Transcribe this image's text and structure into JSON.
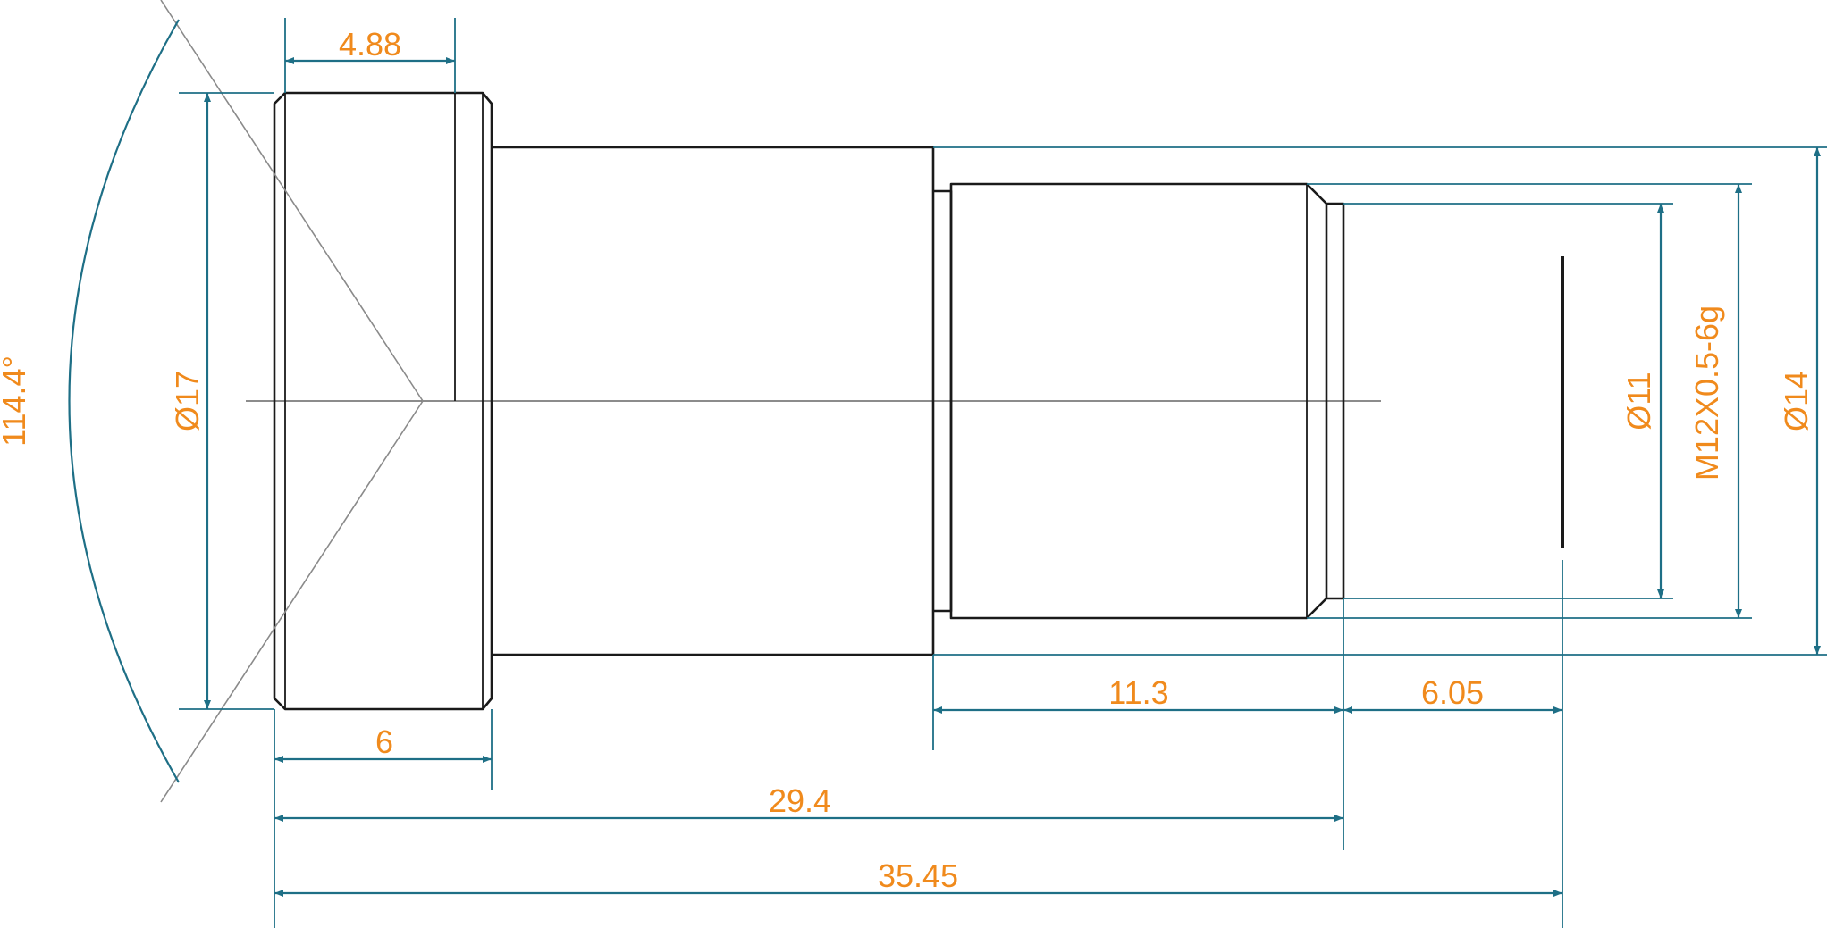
{
  "colors": {
    "part_outline": "#1a1a1a",
    "dimension_line": "#1e6f86",
    "dimension_text": "#f08a1c",
    "background": "#ffffff"
  },
  "dimensions": {
    "head_length": "4.88",
    "head_width": "6",
    "head_diameter": "Ø17",
    "cone_angle": "114.4°",
    "thread_length": "11.3",
    "tip_length": "6.05",
    "shoulder_to_chamfer": "29.4",
    "overall_length": "35.45",
    "minor_diameter": "Ø11",
    "thread_spec": "M12X0.5-6g",
    "shank_diameter": "Ø14"
  }
}
